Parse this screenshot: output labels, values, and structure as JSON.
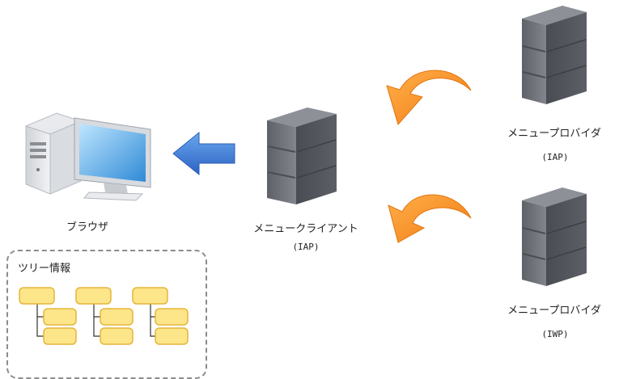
{
  "nodes": {
    "browser": {
      "label": "ブラウザ"
    },
    "menu_client": {
      "label": "メニュークライアント",
      "sub": "(IAP)"
    },
    "provider_iap": {
      "label": "メニュープロバイダ",
      "sub": "(IAP)"
    },
    "provider_iwp": {
      "label": "メニュープロバイダ",
      "sub": "(IWP)"
    }
  },
  "tree_panel": {
    "title": "ツリー情報"
  },
  "colors": {
    "server_body": "#6f7179",
    "arrow_blue": "#3a7bd5",
    "arrow_orange": "#f7902a",
    "tree_box_fill": "#fde58a",
    "tree_box_stroke": "#e5b53a",
    "panel_border": "#8c8c8c"
  },
  "icons": [
    "computer-icon",
    "server-icon",
    "arrow-left-icon",
    "curved-arrow-icon"
  ]
}
